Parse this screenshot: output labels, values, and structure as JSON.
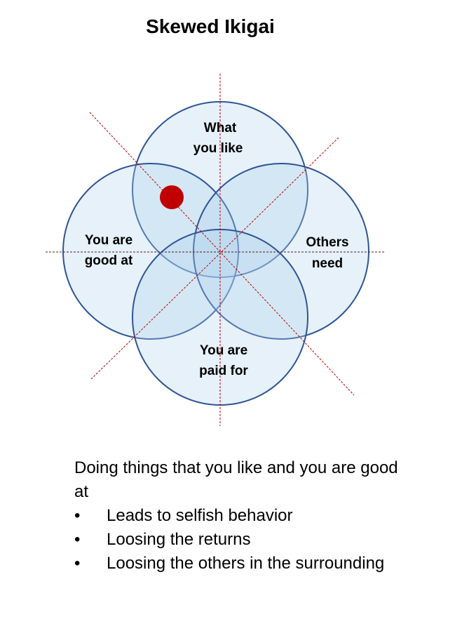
{
  "title": "Skewed Ikigai",
  "circles": {
    "top": [
      "What",
      "you like"
    ],
    "left": [
      "You are",
      "good at"
    ],
    "right": [
      "Others",
      "need"
    ],
    "bottom": [
      "You are",
      "paid for"
    ]
  },
  "colors": {
    "fill": "#d6e6f3",
    "stroke": "#2f5597",
    "axis": "#c00000",
    "marker": "#c00000"
  },
  "body": {
    "intro": "Doing things that you like and you are good at",
    "bullets": [
      "Leads to selfish behavior",
      "Loosing the returns",
      "Loosing the others in the surrounding"
    ]
  }
}
